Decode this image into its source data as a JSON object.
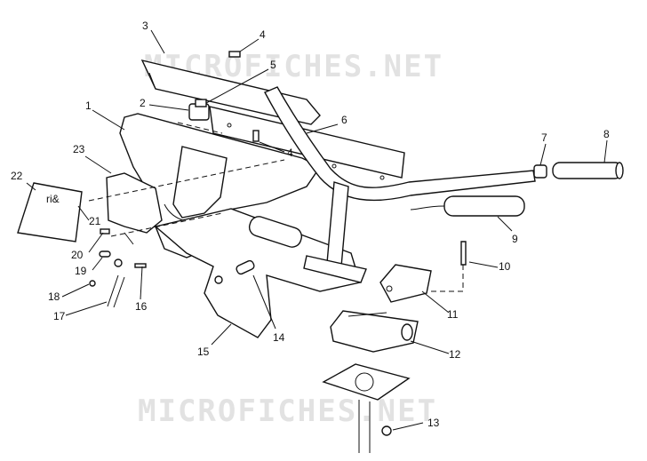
{
  "watermarks": [
    "MICROFICHES.NET",
    "MICROFICHES.NET"
  ],
  "callouts": [
    "1",
    "2",
    "3",
    "4",
    "4",
    "5",
    "6",
    "7",
    "8",
    "9",
    "10",
    "11",
    "12",
    "13",
    "14",
    "15",
    "16",
    "17",
    "18",
    "19",
    "20",
    "21",
    "22",
    "23"
  ],
  "decal_text": "ri&"
}
